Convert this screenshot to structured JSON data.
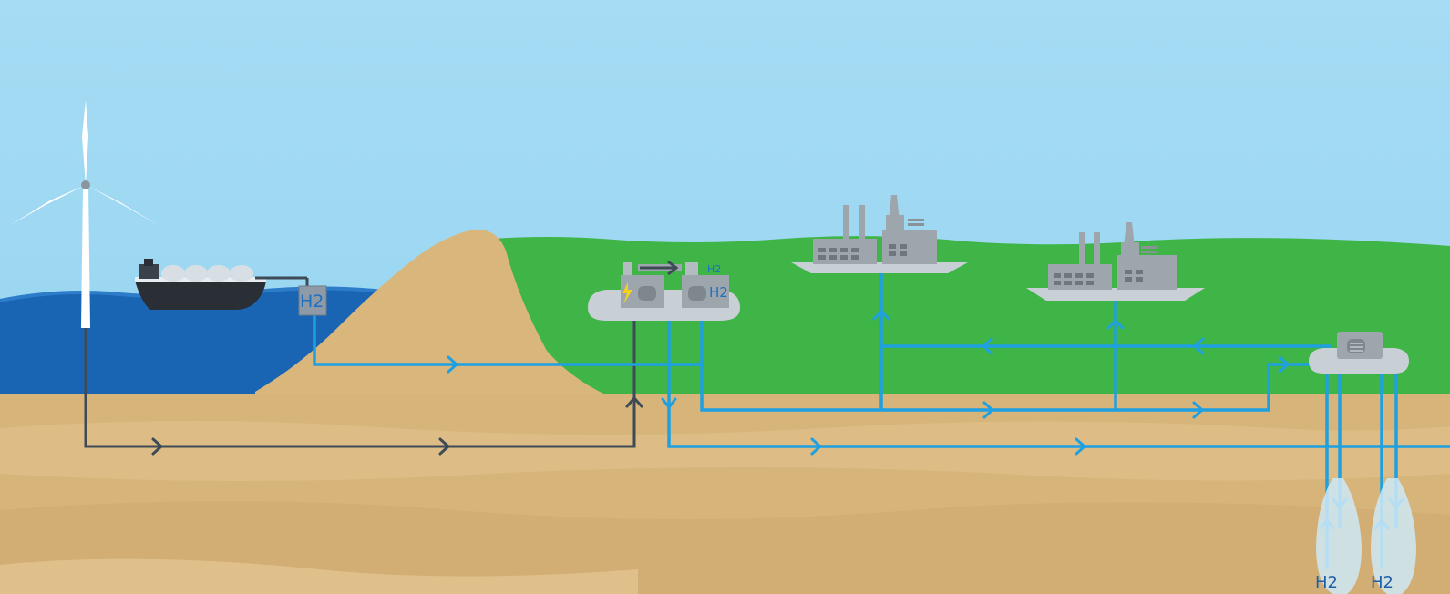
{
  "diagram": {
    "labels": {
      "ship_terminal": "H2",
      "electrolysis_plant": "H2",
      "electrolysis_plant_small": "H2",
      "storage_left": "H2",
      "storage_right": "H2"
    },
    "colors": {
      "sky": "#9ed8f2",
      "sea": "#1a64b4",
      "land_green": "#3fb548",
      "sand": "#d9b67c",
      "power_line": "#3e4a56",
      "hydrogen_line": "#1fa0e0"
    },
    "icons": [
      "wind-turbine-icon",
      "lng-ship-icon",
      "factory-icon",
      "electrolyser-icon",
      "storage-cavern-icon"
    ]
  }
}
